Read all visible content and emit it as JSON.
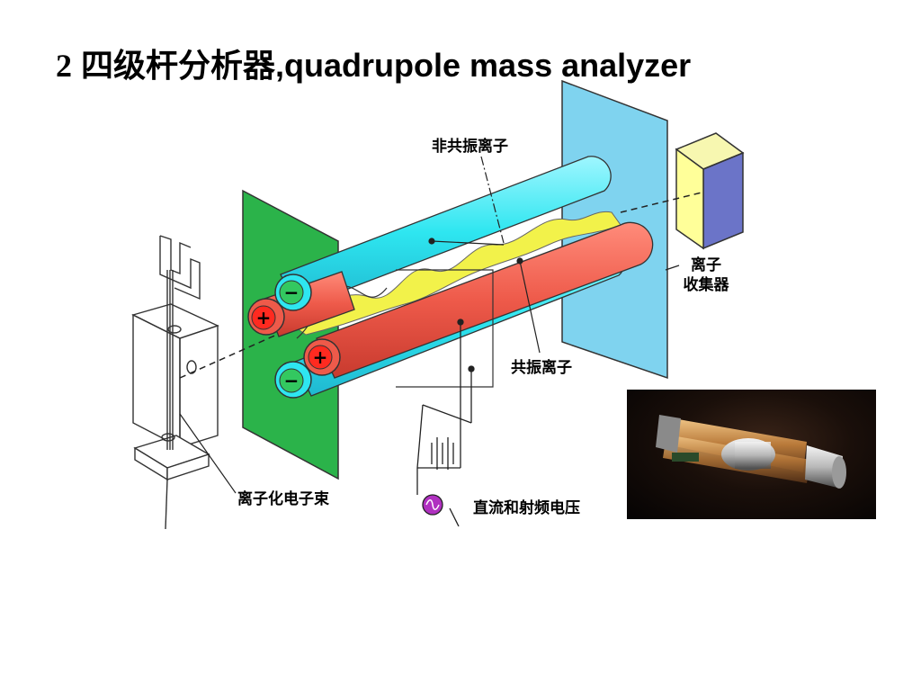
{
  "title": {
    "number": "2",
    "chinese": "四级杆分析器",
    "english": ",quadrupole mass analyzer"
  },
  "labels": {
    "non_resonant": "非共振离子",
    "resonant": "共振离子",
    "collector_line1": "离子",
    "collector_line2": "收集器",
    "electron_beam": "离子化电子束",
    "dc_rf": "直流和射频电压"
  },
  "rod_signs": {
    "plus": "+",
    "minus": "−"
  },
  "colors": {
    "entrance_plate": "#2bb34a",
    "exit_plate": "#7fd3ef",
    "positive_rod": "#ee5a4a",
    "negative_rod": "#2ee6f0",
    "ion_path": "#f2f24a",
    "collector": "#ffff99",
    "ac_source": "#b030c0"
  }
}
